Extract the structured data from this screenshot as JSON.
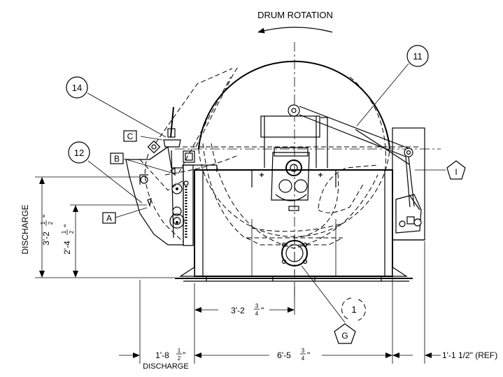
{
  "title": "DRUM ROTATION",
  "callouts": {
    "c11": "11",
    "c14": "14",
    "c12": "12",
    "c1": "1"
  },
  "markers": {
    "C": "C",
    "B": "B",
    "A": "A",
    "I": "I",
    "G": "G"
  },
  "dimensions": {
    "discharge_label": "DISCHARGE",
    "d_height_main": "3'-2",
    "d_height_main_frac": [
      "1",
      "2"
    ],
    "d_height_main_suffix": "\"",
    "d_height_sub": "2'-4",
    "d_height_sub_frac": [
      "1",
      "2"
    ],
    "d_height_sub_suffix": "\"",
    "d_drum_center": "3'-2",
    "d_drum_center_frac": [
      "3",
      "4"
    ],
    "d_drum_center_suffix": "\"",
    "d_base_width": "6'-5",
    "d_base_width_frac": [
      "3",
      "4"
    ],
    "d_base_width_suffix": "\"",
    "d_left_offset": "1'-8",
    "d_left_offset_frac": [
      "1",
      "2"
    ],
    "d_left_offset_suffix": "\"",
    "d_left_offset_caption": "DISCHARGE",
    "d_right_ref": "1'-1 1/2\" (REF)"
  }
}
